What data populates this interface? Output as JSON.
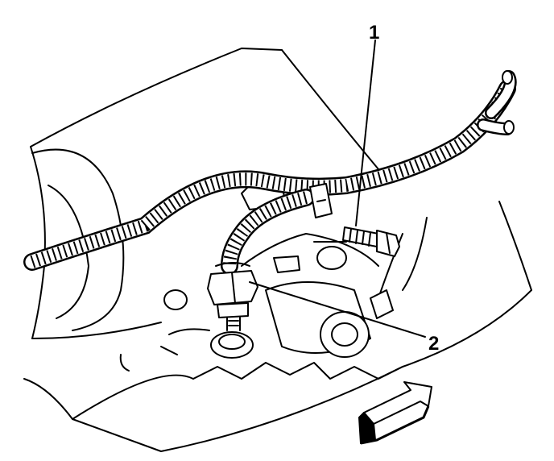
{
  "callouts": [
    {
      "number": "1",
      "part": "bolt"
    },
    {
      "number": "2",
      "part": "sensor"
    }
  ],
  "icons": [
    "direction-arrow-icon"
  ]
}
